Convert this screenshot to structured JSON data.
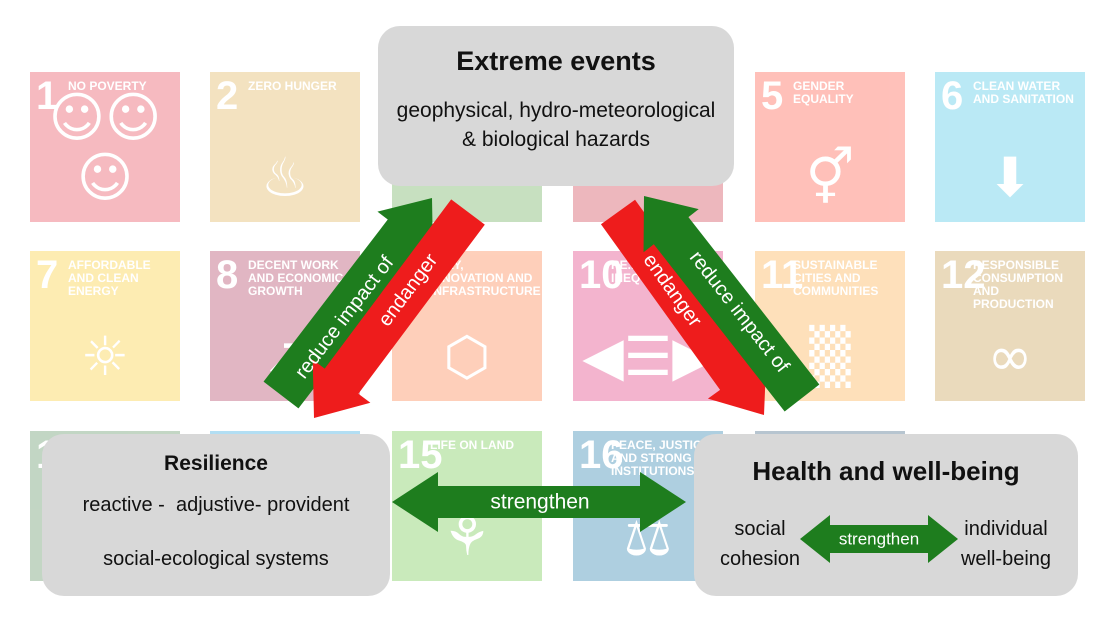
{
  "background_tiles": [
    {
      "num": "1",
      "title": "No poverty",
      "color": "#e5243b",
      "glyph": "☺☺☺"
    },
    {
      "num": "2",
      "title": "Zero hunger",
      "color": "#dda63a",
      "glyph": "♨"
    },
    {
      "num": "",
      "title": "",
      "color": "#4c9f38",
      "glyph": ""
    },
    {
      "num": "",
      "title": "",
      "color": "#c5192d",
      "glyph": ""
    },
    {
      "num": "5",
      "title": "Gender equality",
      "color": "#ff3a21",
      "glyph": "⚥"
    },
    {
      "num": "6",
      "title": "Clean water and sanitation",
      "color": "#26bde2",
      "glyph": "⬇"
    },
    {
      "num": "7",
      "title": "Affordable and clean energy",
      "color": "#fcc30b",
      "glyph": "☼"
    },
    {
      "num": "8",
      "title": "Decent work and economic growth",
      "color": "#a21942",
      "glyph": "↗"
    },
    {
      "num": "",
      "title": "stry, innovation and infrastructure",
      "color": "#fd6925",
      "glyph": "⬡"
    },
    {
      "num": "10",
      "title": "Re... inequalities",
      "color": "#dd1367",
      "glyph": "◀☰▶"
    },
    {
      "num": "11",
      "title": "Sustainable cities and communities",
      "color": "#fd9d24",
      "glyph": "▒"
    },
    {
      "num": "12",
      "title": "Responsible consumption and production",
      "color": "#bf8b2e",
      "glyph": "∞"
    },
    {
      "num": "1",
      "title": "",
      "color": "#3f7e44",
      "glyph": ""
    },
    {
      "num": "",
      "title": "",
      "color": "#0a97d9",
      "glyph": ""
    },
    {
      "num": "15",
      "title": "Life on land",
      "color": "#56c02b",
      "glyph": "⚘"
    },
    {
      "num": "16",
      "title": "Peace, justice and strong institutions",
      "color": "#00689d",
      "glyph": "⚖"
    },
    {
      "num": "",
      "title": "",
      "color": "#19486a",
      "glyph": ""
    },
    {
      "num": "",
      "title": "",
      "color": "#ffffff",
      "glyph": ""
    }
  ],
  "extreme_events": {
    "title": "Extreme events",
    "text": "geophysical, hydro-meteorological & biological hazards"
  },
  "resilience": {
    "title": "Resilience",
    "line1": "reactive -  adjustive- provident",
    "line2": "social-ecological systems"
  },
  "health": {
    "title": "Health and well-being",
    "left": "social cohesion",
    "right": "individual well-being"
  },
  "arrows": {
    "reduce_left": "reduce impact of",
    "endanger_left": "endanger",
    "endanger_right": "endanger",
    "reduce_right": "reduce  impact of",
    "strengthen_main": "strengthen",
    "strengthen_inner": "strengthen"
  },
  "colors": {
    "green": "#1e7d1e",
    "red": "#ee1c1c",
    "box": "#d8d8d8"
  }
}
